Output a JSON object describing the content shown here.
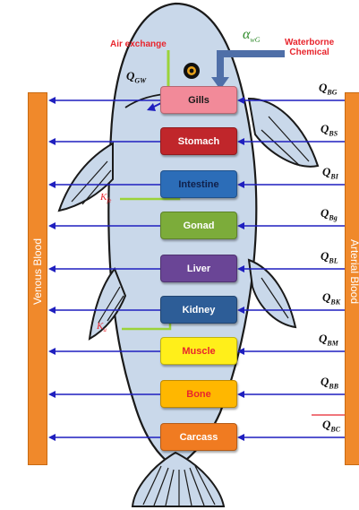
{
  "labels": {
    "air_exchange": "Air exchange",
    "waterborne_chemical": "Waterborne\nChemical",
    "alpha_wg": "α",
    "alpha_wg_sub": "wG",
    "q_gw": "Q",
    "q_gw_sub": "GW",
    "venous_blood": "Venous Blood",
    "arterial_blood": "Arterial Blood",
    "k_intestine": "K",
    "k_intestine_sub": "fe",
    "k_kidney": "K",
    "k_kidney_sub": "u"
  },
  "organs": [
    {
      "name": "Gills",
      "fill": "#f28a99",
      "text_color": "#1a1a1a",
      "flow": "Q",
      "flow_sub": "BG"
    },
    {
      "name": "Stomach",
      "fill": "#c0262b",
      "text_color": "#ffffff",
      "flow": "Q",
      "flow_sub": "BS"
    },
    {
      "name": "Intestine",
      "fill": "#2c6db8",
      "text_color": "#10204a",
      "flow": "Q",
      "flow_sub": "BI"
    },
    {
      "name": "Gonad",
      "fill": "#7cac3a",
      "text_color": "#ffffff",
      "flow": "Q",
      "flow_sub": "Bg"
    },
    {
      "name": "Liver",
      "fill": "#6a4596",
      "text_color": "#ffffff",
      "flow": "Q",
      "flow_sub": "BL"
    },
    {
      "name": "Kidney",
      "fill": "#2d5d97",
      "text_color": "#ffffff",
      "flow": "Q",
      "flow_sub": "BK"
    },
    {
      "name": "Muscle",
      "fill": "#ffef1a",
      "text_color": "#e8252d",
      "flow": "Q",
      "flow_sub": "BM"
    },
    {
      "name": "Bone",
      "fill": "#ffb700",
      "text_color": "#e8252d",
      "flow": "Q",
      "flow_sub": "BB"
    },
    {
      "name": "Carcass",
      "fill": "#f07b21",
      "text_color": "#ffffff",
      "flow": "Q",
      "flow_sub": "BC"
    }
  ],
  "colors": {
    "blood_bar": "#f0892b",
    "arrow": "#1f1fbf",
    "label_red": "#e8252d",
    "fish_fill": "#c9d8ea",
    "green": "#9bd33a",
    "chemical_arrow": "#4f6fa8"
  }
}
